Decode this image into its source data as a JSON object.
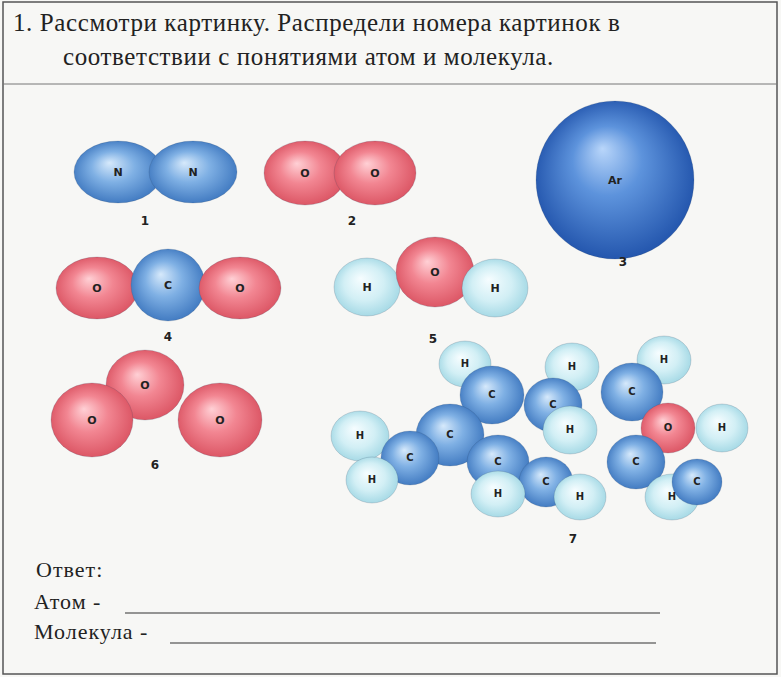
{
  "diagram": {
    "title": "1. Рассмотри картинку. Распредели номера картинок в соответствии с понятиями атом и молекула.",
    "nodes": [
      {
        "text": [
          "N"
        ]
      },
      {
        "text": [
          "N"
        ]
      },
      {
        "text": [
          "O"
        ]
      },
      {
        "text": [
          "O"
        ]
      },
      {
        "text": [
          "Ar"
        ]
      },
      {
        "text": [
          "O"
        ]
      },
      {
        "text": [
          "C"
        ]
      },
      {
        "text": [
          "O"
        ]
      },
      {
        "text": [
          "H"
        ]
      },
      {
        "text": [
          "O"
        ]
      },
      {
        "text": [
          "H"
        ]
      },
      {
        "text": [
          "O"
        ]
      },
      {
        "text": [
          "O"
        ]
      },
      {
        "text": [
          "O"
        ]
      },
      {
        "text": [
          "H"
        ]
      },
      {
        "text": [
          "H"
        ]
      },
      {
        "text": [
          "H"
        ]
      },
      {
        "text": [
          "C"
        ]
      },
      {
        "text": [
          "C"
        ]
      },
      {
        "text": [
          "C"
        ]
      },
      {
        "text": [
          "H"
        ]
      },
      {
        "text": [
          "C"
        ]
      },
      {
        "text": [
          "H"
        ]
      },
      {
        "text": [
          "O"
        ]
      },
      {
        "text": [
          "H"
        ]
      },
      {
        "text": [
          "C"
        ]
      },
      {
        "text": [
          "C"
        ]
      },
      {
        "text": [
          "C"
        ]
      },
      {
        "text": [
          "H"
        ]
      },
      {
        "text": [
          "C"
        ]
      },
      {
        "text": [
          "H"
        ]
      },
      {
        "text": [
          "H"
        ]
      },
      {
        "text": [
          "H"
        ]
      },
      {
        "text": [
          "C"
        ]
      }
    ],
    "labels": [
      "1",
      "2",
      "3",
      "4",
      "5",
      "6",
      "7",
      "Ответ:",
      "Атом -",
      "Молекула -"
    ]
  }
}
